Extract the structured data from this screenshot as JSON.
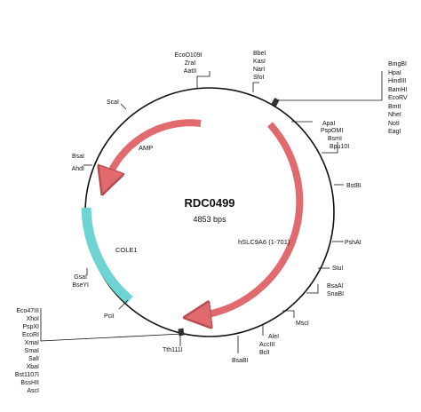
{
  "plasmid": {
    "name": "RDC0499",
    "size": "4853 bps"
  },
  "features": [
    {
      "id": "amp",
      "label": "AMP",
      "color": "#e06a6e",
      "stroke": "#b44c50"
    },
    {
      "id": "insert",
      "label": "hSLC9A6 (1-701)",
      "color": "#e06a6e",
      "stroke": "#b44c50"
    },
    {
      "id": "cole1",
      "label": "COLE1",
      "color": "#6dd3d3",
      "stroke": "#3aa9a9"
    }
  ],
  "sites": {
    "ecoo109i": [
      "EcoO109I",
      "ZraI",
      "AatII"
    ],
    "bbei": [
      "BbeI",
      "KasI",
      "NarI",
      "SfoI"
    ],
    "mcs_right": [
      "BmgBI",
      "HpaI",
      "HindIII",
      "BamHI",
      "EcoRV",
      "BmtI",
      "NheI",
      "NotI",
      "EagI"
    ],
    "apai": [
      "ApaI",
      "PspOMI",
      "BsmI",
      "Bpu10I"
    ],
    "bstbi": [
      "BstBI"
    ],
    "pshai": [
      "PshAI"
    ],
    "stui": [
      "StuI"
    ],
    "bsaai": [
      "BsaAI",
      "SnaBI"
    ],
    "msci": [
      "MscI"
    ],
    "alei": [
      "AleI",
      "AccIII",
      "BclI"
    ],
    "bsabi": [
      "BsaBI"
    ],
    "tth111i": [
      "Tth111I"
    ],
    "pcii": [
      "PciI"
    ],
    "mcs_left": [
      "Eco47III",
      "XhoI",
      "PspXI",
      "EcoRI",
      "XmaI",
      "SmaI",
      "SalI",
      "XbaI",
      "Bst1107I",
      "BssHII",
      "AscI"
    ],
    "gsai": [
      "GsaI",
      "BseYI"
    ],
    "ahdi": [
      "BsaI",
      "AhdI"
    ],
    "scai": [
      "ScaI"
    ]
  }
}
